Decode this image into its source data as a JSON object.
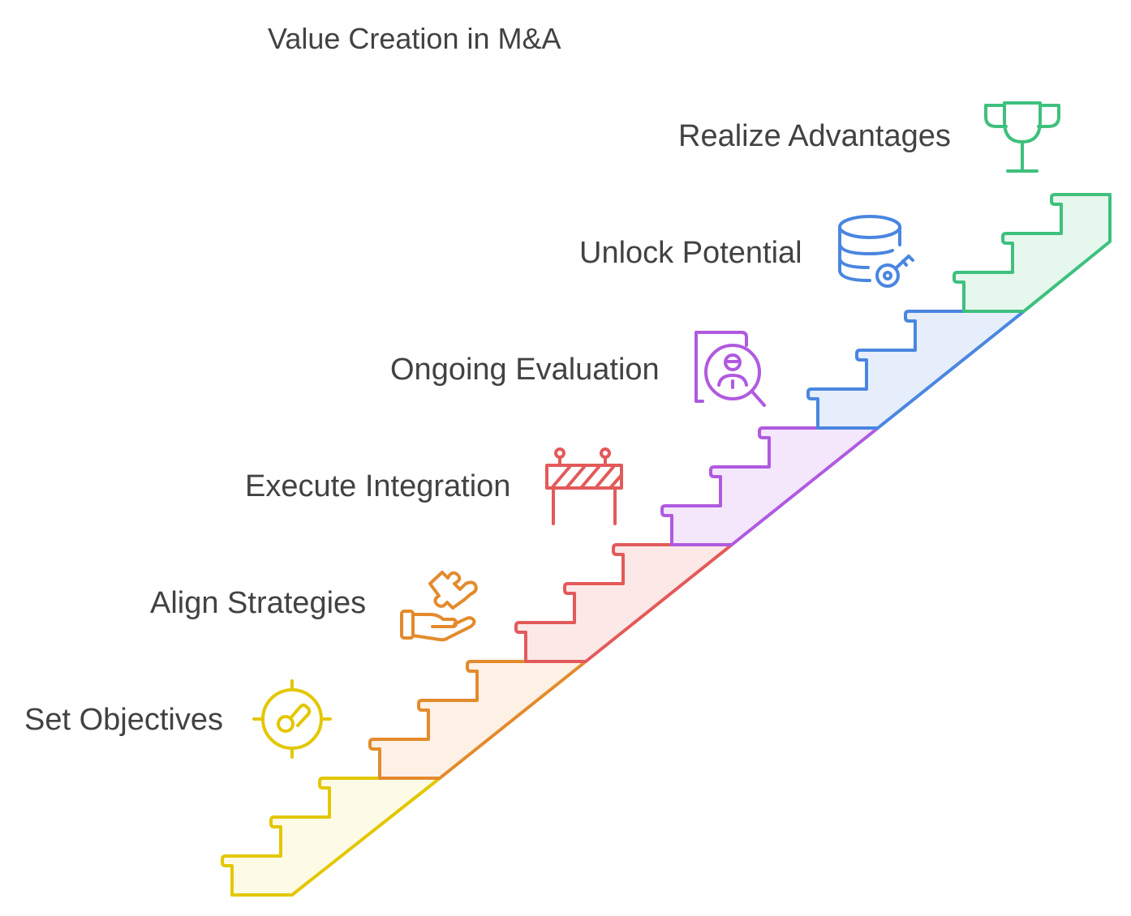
{
  "title": "Value Creation in M&A",
  "steps": [
    {
      "label": "Set Objectives",
      "icon": "target-gear-icon",
      "stroke": "#E3C700",
      "fill": "#FDFBE6"
    },
    {
      "label": "Align Strategies",
      "icon": "hand-puzzle-icon",
      "stroke": "#E38B2C",
      "fill": "#FDF1E6"
    },
    {
      "label": "Execute Integration",
      "icon": "barrier-icon",
      "stroke": "#E35A5A",
      "fill": "#FDE8E8"
    },
    {
      "label": "Ongoing Evaluation",
      "icon": "person-search-icon",
      "stroke": "#B05AE0",
      "fill": "#F4E6FB"
    },
    {
      "label": "Unlock Potential",
      "icon": "database-key-icon",
      "stroke": "#4A86E0",
      "fill": "#E6EEFB"
    },
    {
      "label": "Realize Advantages",
      "icon": "trophy-icon",
      "stroke": "#3FC07E",
      "fill": "#E6F7EE"
    }
  ]
}
